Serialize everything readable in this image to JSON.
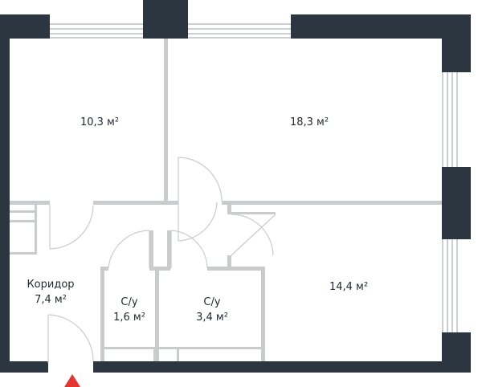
{
  "colors": {
    "outer_wall": "#2b3640",
    "inner_wall": "#c9cbcd",
    "window_line": "#9aa1a8",
    "door_line": "#c9cbcd",
    "entrance_marker": "#e8342f",
    "text": "#222933"
  },
  "rooms": {
    "room_1": {
      "area": "10,3 м²"
    },
    "room_2": {
      "area": "18,3 м²"
    },
    "room_3": {
      "area": "14,4 м²"
    },
    "corridor": {
      "name": "Коридор",
      "area": "7,4 м²"
    },
    "bathroom_1": {
      "name": "С/у",
      "area": "1,6 м²"
    },
    "bathroom_2": {
      "name": "С/у",
      "area": "3,4 м²"
    }
  },
  "entrance": {
    "icon": "entrance-triangle-icon"
  }
}
